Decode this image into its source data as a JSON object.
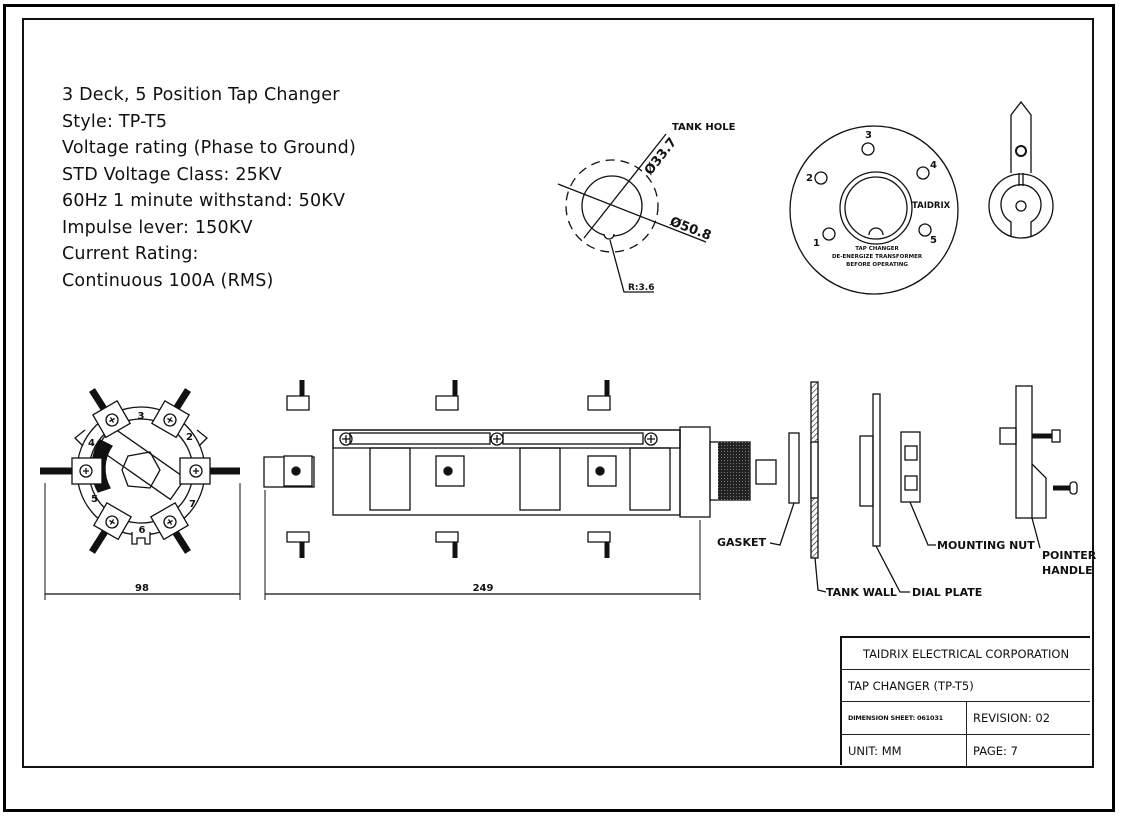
{
  "specs": {
    "lines": [
      "3 Deck, 5 Position Tap Changer",
      "Style: TP-T5",
      "Voltage rating (Phase to Ground)",
      "STD Voltage Class: 25KV",
      "60Hz 1 minute withstand: 50KV",
      "Impulse lever: 150KV",
      "Current Rating:",
      "Continuous 100A (RMS)"
    ]
  },
  "tank_hole": {
    "title": "TANK HOLE",
    "inner_diameter": "Ø33.7",
    "outer_diameter": "Ø50.8",
    "radius": "R:3.6"
  },
  "dial_plate": {
    "positions": [
      "1",
      "2",
      "3",
      "4",
      "5"
    ],
    "brand": "TAIDRIX",
    "warning": [
      "TAP CHANGER",
      "DE-ENERGIZE TRANSFORMER",
      "BEFORE OPERATING"
    ]
  },
  "front_view": {
    "contacts": [
      "3",
      "2",
      "4",
      "5",
      "6",
      "7"
    ],
    "width_dimension": "98"
  },
  "side_view": {
    "length_dimension": "249"
  },
  "assembly_labels": {
    "gasket": "GASKET",
    "tank_wall": "TANK WALL",
    "dial_plate": "DIAL PLATE",
    "mounting_nut": "MOUNTING NUT",
    "pointer_handle_1": "POINTER",
    "pointer_handle_2": "HANDLE"
  },
  "title_block": {
    "company": "TAIDRIX ELECTRICAL CORPORATION",
    "product": "TAP CHANGER (TP-T5)",
    "dimension_sheet": "DIMENSION SHEET: 061031",
    "revision": "REVISION: 02",
    "unit": "UNIT: MM",
    "page": "PAGE: 7"
  },
  "colors": {
    "ink": "#111111",
    "paper": "#ffffff"
  }
}
